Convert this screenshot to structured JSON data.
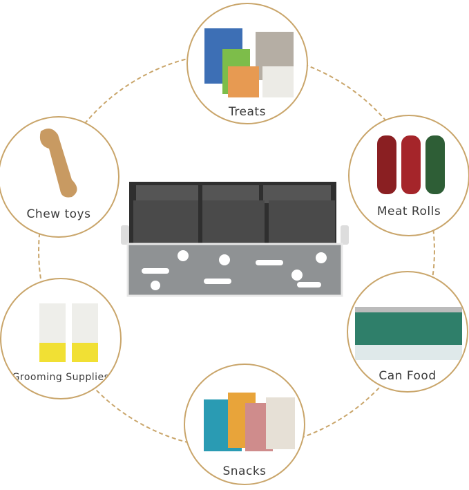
{
  "colors": {
    "border": "#c9a56a",
    "label": "#3a3a3a",
    "box_gray": "#8f9294",
    "box_dark": "#3b3b3b"
  },
  "categories": [
    {
      "label": "Treats"
    },
    {
      "label": "Chew toys"
    },
    {
      "label": "Meat Rolls"
    },
    {
      "label": "Grooming Supplies"
    },
    {
      "label": "Can Food"
    },
    {
      "label": "Snacks"
    }
  ]
}
